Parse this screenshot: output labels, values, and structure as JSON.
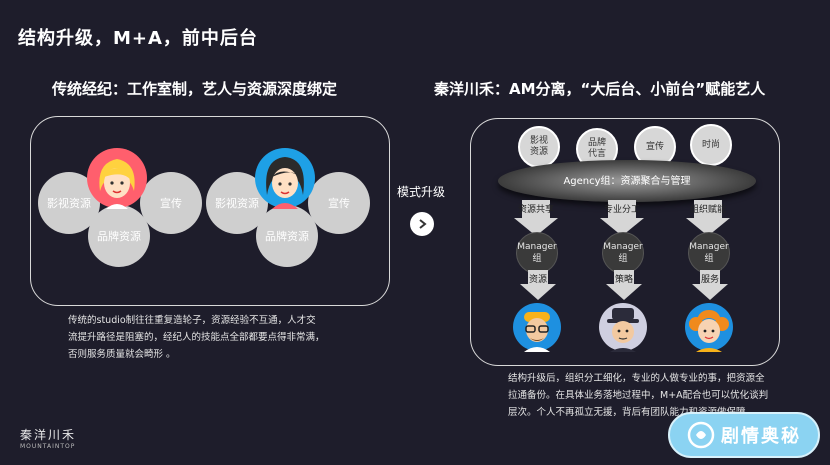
{
  "title": "结构升级，M+A，前中后台",
  "left": {
    "subtitle": "传统经纪：工作室制，艺人与资源深度绑定",
    "cluster1": {
      "a": "影视资源",
      "b": "宣传",
      "c": "品牌资源"
    },
    "cluster2": {
      "a": "影视资源",
      "b": "宣传",
      "c": "品牌资源"
    },
    "desc": [
      "传统的studio制往往重复造轮子，资源经验不互通，人才交",
      "流提升路径是阻塞的，经纪人的技能点全部都要点得非常满，",
      "否则服务质量就会畸形 。"
    ]
  },
  "middle": {
    "label": "模式升级",
    "arrow_icon": "chevron-right-icon"
  },
  "right": {
    "subtitle": "秦洋川禾：AM分离，“大后台、小前台”赋能艺人",
    "resources": [
      "影视\n资源",
      "品牌\n代言",
      "宣传",
      "时尚"
    ],
    "agency": "Agency组：资源聚合与管理",
    "arrows_top": [
      "资源共享",
      "专业分工",
      "组织赋能"
    ],
    "managers": [
      "Manager\n组",
      "Manager\n组",
      "Manager\n组"
    ],
    "arrows_bottom": [
      "资源",
      "策略",
      "服务"
    ],
    "desc": [
      "结构升级后，组织分工细化，专业的人做专业的事，把资源全",
      "拉通备份。在具体业务落地过程中，M+A配合也可以优化谈判",
      "层次。个人不再孤立无援，背后有团队能力和资源做保障。"
    ]
  },
  "logo": {
    "name": "秦洋川禾",
    "en": "MOUNTAINTOP"
  },
  "watermark": "剧情奥秘",
  "colors": {
    "bg": "#1e1d2b",
    "bubble": "#cfcfcf",
    "panel_border": "#d9d9d9",
    "watermark": "#8bd3f2"
  }
}
